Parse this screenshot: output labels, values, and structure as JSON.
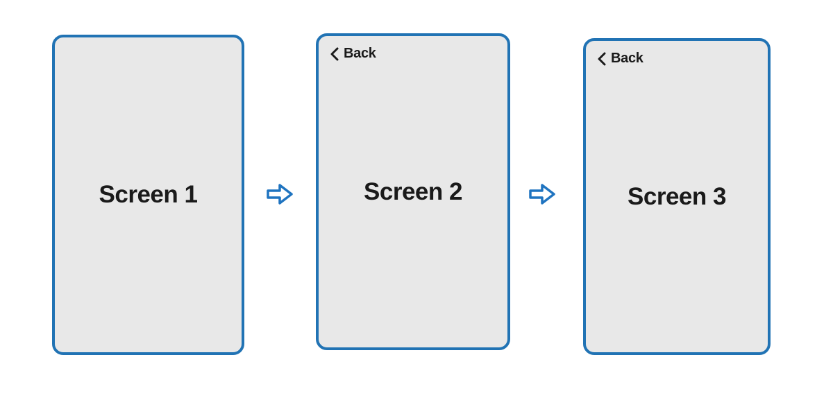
{
  "screens": [
    {
      "label": "Screen 1"
    },
    {
      "label": "Screen 2",
      "back_label": "Back"
    },
    {
      "label": "Screen 3",
      "back_label": "Back"
    }
  ],
  "arrows": [
    {
      "icon": "right-arrow"
    },
    {
      "icon": "right-arrow"
    }
  ],
  "colors": {
    "screen_border": "#2173B4",
    "screen_fill": "#E8E8E8",
    "arrow_stroke": "#1F74C0",
    "arrow_fill": "#FFFFFF",
    "text": "#1A1A1A",
    "background": "#FFFFFF"
  }
}
